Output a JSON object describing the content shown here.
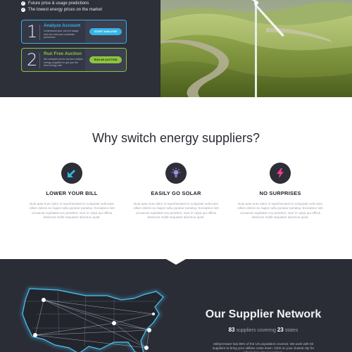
{
  "hero": {
    "bullets": [
      "Future price & usage predictions",
      "The lowest energy prices on the market"
    ],
    "steps": [
      {
        "number": "1",
        "title": "Analyze Account",
        "description": "Understand your current usage and see how your contracts performed",
        "button": "START ANALYSIS",
        "accent": "#36b3e6"
      },
      {
        "number": "2",
        "title": "Run Free Auction",
        "description": "We compare prices across multiple energy suppliers to get you the best energy rate",
        "button": "RUN AN AUCTION",
        "accent": "#8cc43f"
      }
    ]
  },
  "why": {
    "title": "Why switch energy suppliers?",
    "features": [
      {
        "icon": "arrow-down-left-icon",
        "icon_color": "#36b3e6",
        "title": "LOWER YOUR BILL",
        "description": "Duis aute irure dolor in reprehendent in voluptate velit esse cillum dolore eu fugiat nulla pariatur pariatuy. Excepteur sint occaecat cupidatat non proident, sunt in culpa qui officia deserunt mollit sequetier alumnus quist."
      },
      {
        "icon": "sun-icon",
        "icon_color": "#a98cf0",
        "title": "EASILY GO SOLAR",
        "description": "Duis aute irure dolor in reprehendent in voluptate velit esse cillum dolore eu fugiat nulla pariatur pariatuy. Excepteur sint occaecat cupidatat non proident, sunt in culpa qui officia deserunt mollit sequetier alumnus quist."
      },
      {
        "icon": "lightning-icon",
        "icon_color": "#ee3d8f",
        "title": "NO SURPRISES",
        "description": "Duis aute irure dolor in reprehendent in voluptate velit esse cillum dolore eu fugiat nulla pariatur pariatuy. Excepteur sint occaecat cupidatat non proident, sunt in culpa qui officia deserunt mollit sequetier alumnus quist."
      }
    ]
  },
  "network": {
    "title": "Our Supplier Network",
    "suppliers_count": "83",
    "suppliers_label": "suppliers covering",
    "states_count": "23",
    "states_label": "states",
    "body": "UtilityAnswer has 85% of the US population covered. We work with 83 suppliers to bring your utilities costs down. Click on your closest city for information about suppliers."
  },
  "colors": {
    "dark_bg": "#2b2d36",
    "blue": "#36b3e6",
    "green": "#8cc43f"
  }
}
